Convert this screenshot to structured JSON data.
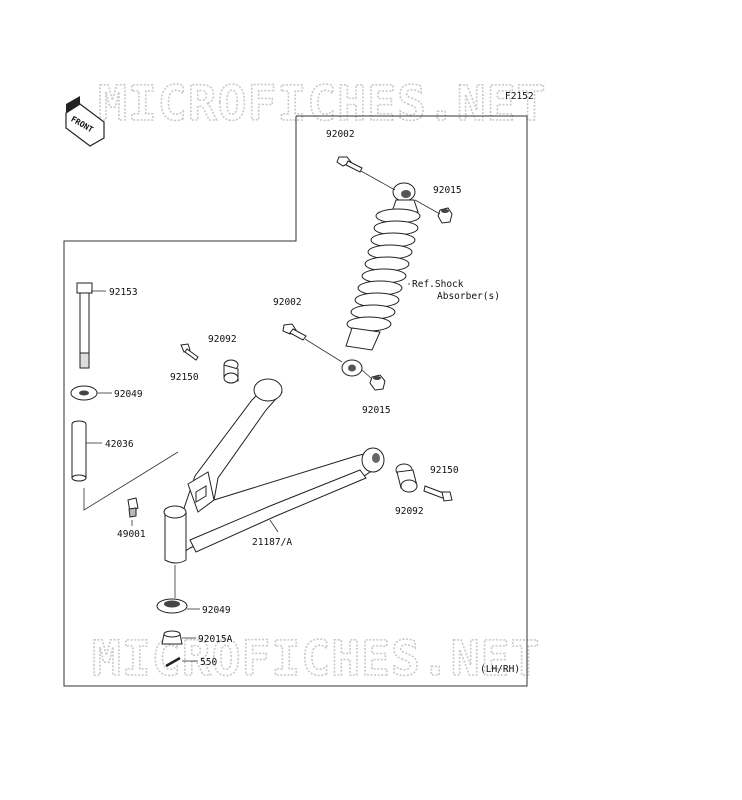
{
  "diagram": {
    "figure_id": "F2152",
    "front_label": "FRONT",
    "watermark": "MICROFICHES.NET",
    "variant": "(LH/RH)",
    "ref_text_line1": "Ref.Shock",
    "ref_text_line2": "Absorber(s)",
    "parts": {
      "bolt_upper_shock": "92002",
      "nut_upper_shock": "92015",
      "bolt_lower_shock": "92002",
      "nut_lower_shock": "92015",
      "pivot_bolt": "92153",
      "washer_top": "92049",
      "collar": "42036",
      "grease_fitting": "49001",
      "arm": "21187/A",
      "bushing_left": "92092",
      "bolt_left": "92150",
      "bushing_right": "92092",
      "bolt_right": "92150",
      "seal_bottom": "92049",
      "nut_bottom": "92015A",
      "cotter_pin": "550"
    }
  }
}
